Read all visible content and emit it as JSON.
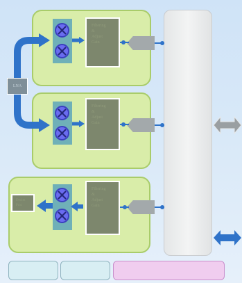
{
  "lna_label": "LNA",
  "filter_label_lines": [
    "Filtering",
    "&",
    "Adjust",
    "Gain"
  ],
  "backend_label_lines": [
    "Decim",
    "Proc"
  ],
  "colors": {
    "panel": "#d9eda9",
    "arrow": "#2f73c9",
    "rail": "#eceeee",
    "gray_arrow": "#9a9fa2"
  }
}
